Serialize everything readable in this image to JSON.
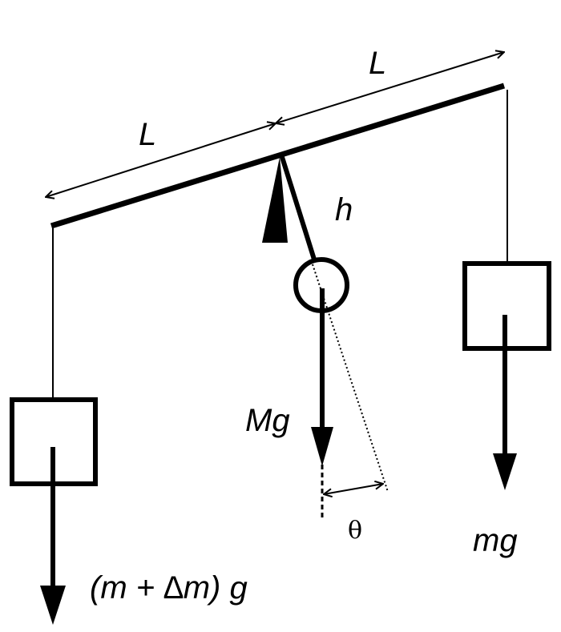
{
  "labels": {
    "length_left": "L",
    "length_right": "L",
    "pivot_distance": "h",
    "pendulum_weight": "Mg",
    "right_weight": "mg",
    "left_weight": "(m + ∆m) g",
    "angle": "θ"
  },
  "colors": {
    "ink": "#000000",
    "background": "#ffffff"
  }
}
